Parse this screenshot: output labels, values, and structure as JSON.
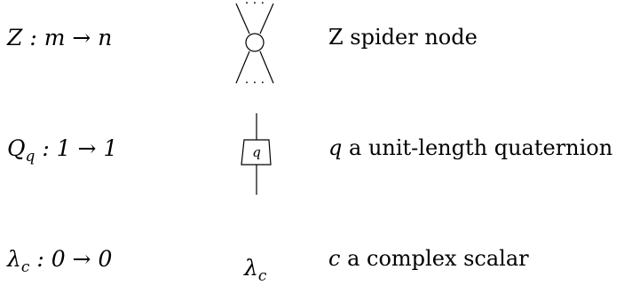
{
  "rows": [
    {
      "signature_symbol": "Z",
      "signature_rest": " : m → n",
      "description": "Z spider node",
      "glyph": "z-spider"
    },
    {
      "signature_symbol": "Q",
      "signature_sub": "q",
      "signature_rest": " : 1 → 1",
      "description_var": "q",
      "description": " a unit-length quaternion",
      "glyph_label": "q",
      "glyph": "quaternion-box"
    },
    {
      "signature_symbol": "λ",
      "signature_sub": "c",
      "signature_rest": " : 0 → 0",
      "description_var": "c",
      "description": " a complex scalar",
      "glyph_label_main": "λ",
      "glyph_label_sub": "c",
      "glyph": "scalar"
    }
  ],
  "dots": "· · ·"
}
